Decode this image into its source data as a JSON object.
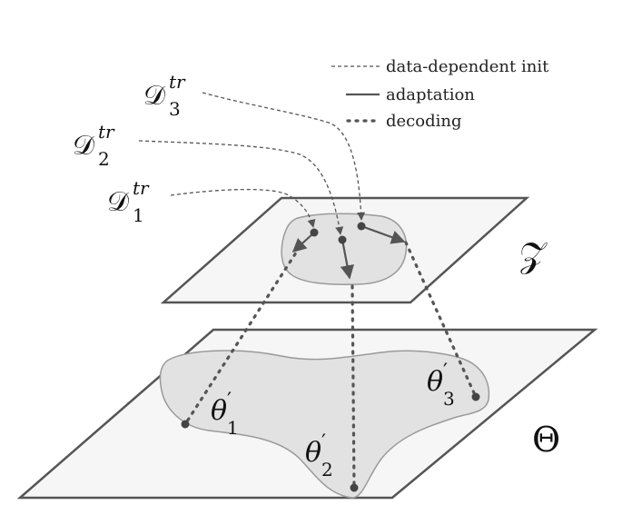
{
  "legend": {
    "init_label": "data-dependent init",
    "adapt_label": "adaptation",
    "decode_label": "decoding"
  },
  "datasets": [
    {
      "symbol": "𝒟",
      "sup": "tr",
      "sub": "3"
    },
    {
      "symbol": "𝒟",
      "sup": "tr",
      "sub": "2"
    },
    {
      "symbol": "𝒟",
      "sup": "tr",
      "sub": "1"
    }
  ],
  "params": [
    {
      "symbol": "θ",
      "prime": "′",
      "sub": "1"
    },
    {
      "symbol": "θ",
      "prime": "′",
      "sub": "2"
    },
    {
      "symbol": "θ",
      "prime": "′",
      "sub": "3"
    }
  ],
  "spaces": {
    "latent": "𝒵",
    "param": "Θ"
  },
  "colors": {
    "line": "#555555",
    "plane_fill": "#f6f6f6",
    "region_fill": "#e2e2e2",
    "region_stroke": "#9a9a9a"
  }
}
